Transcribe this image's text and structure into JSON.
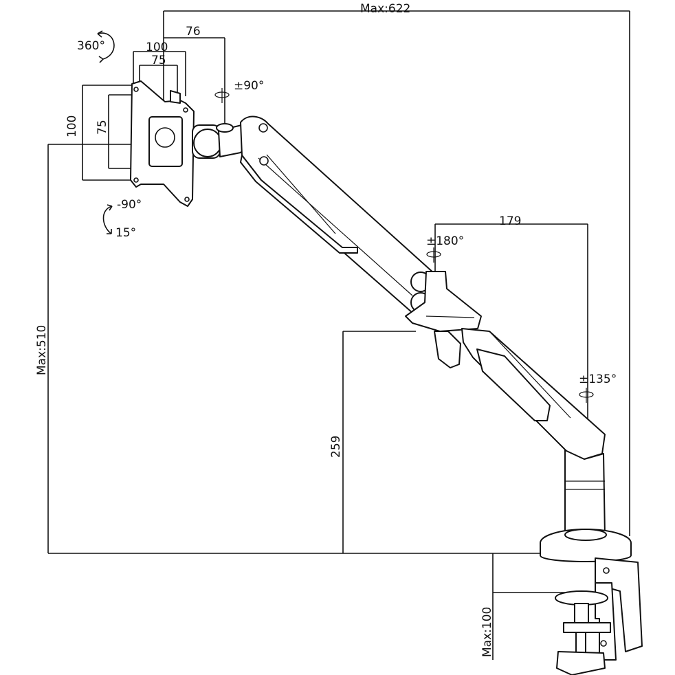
{
  "dimensions": {
    "max_width": "Max:622",
    "offset_76": "76",
    "vesa_width_100": "100",
    "vesa_width_75": "75",
    "vesa_height_100": "100",
    "vesa_height_75": "75",
    "max_height": "Max:510",
    "height_259": "259",
    "reach_179": "179",
    "clamp_max": "Max:100"
  },
  "rotations": {
    "rotate_360": "360°",
    "swivel_90": "±90°",
    "tilt_minus_90": "-90°",
    "tilt_15": "15°",
    "swivel_180": "±180°",
    "swivel_135": "±135°"
  },
  "colors": {
    "line": "#111111",
    "background": "#ffffff"
  }
}
